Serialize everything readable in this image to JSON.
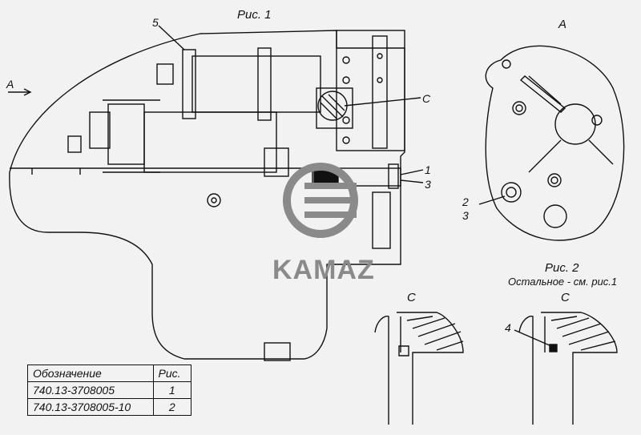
{
  "figure1": {
    "title": "Рис. 1",
    "view_marker": "А"
  },
  "figure2": {
    "title": "Рис. 2",
    "note": "Остальное - см. рис.1",
    "view_label": "А"
  },
  "callouts": {
    "n5": "5",
    "n1": "1",
    "n3": "3",
    "nC": "C",
    "n2b": "2",
    "n3b": "3",
    "n4": "4"
  },
  "detail_views": {
    "left": "C",
    "right": "C"
  },
  "watermark": {
    "brand": "KAMAZ"
  },
  "table": {
    "headers": [
      "Обозначение",
      "Рис."
    ],
    "rows": [
      [
        "740.13-3708005",
        "1"
      ],
      [
        "740.13-3708005-10",
        "2"
      ]
    ]
  }
}
